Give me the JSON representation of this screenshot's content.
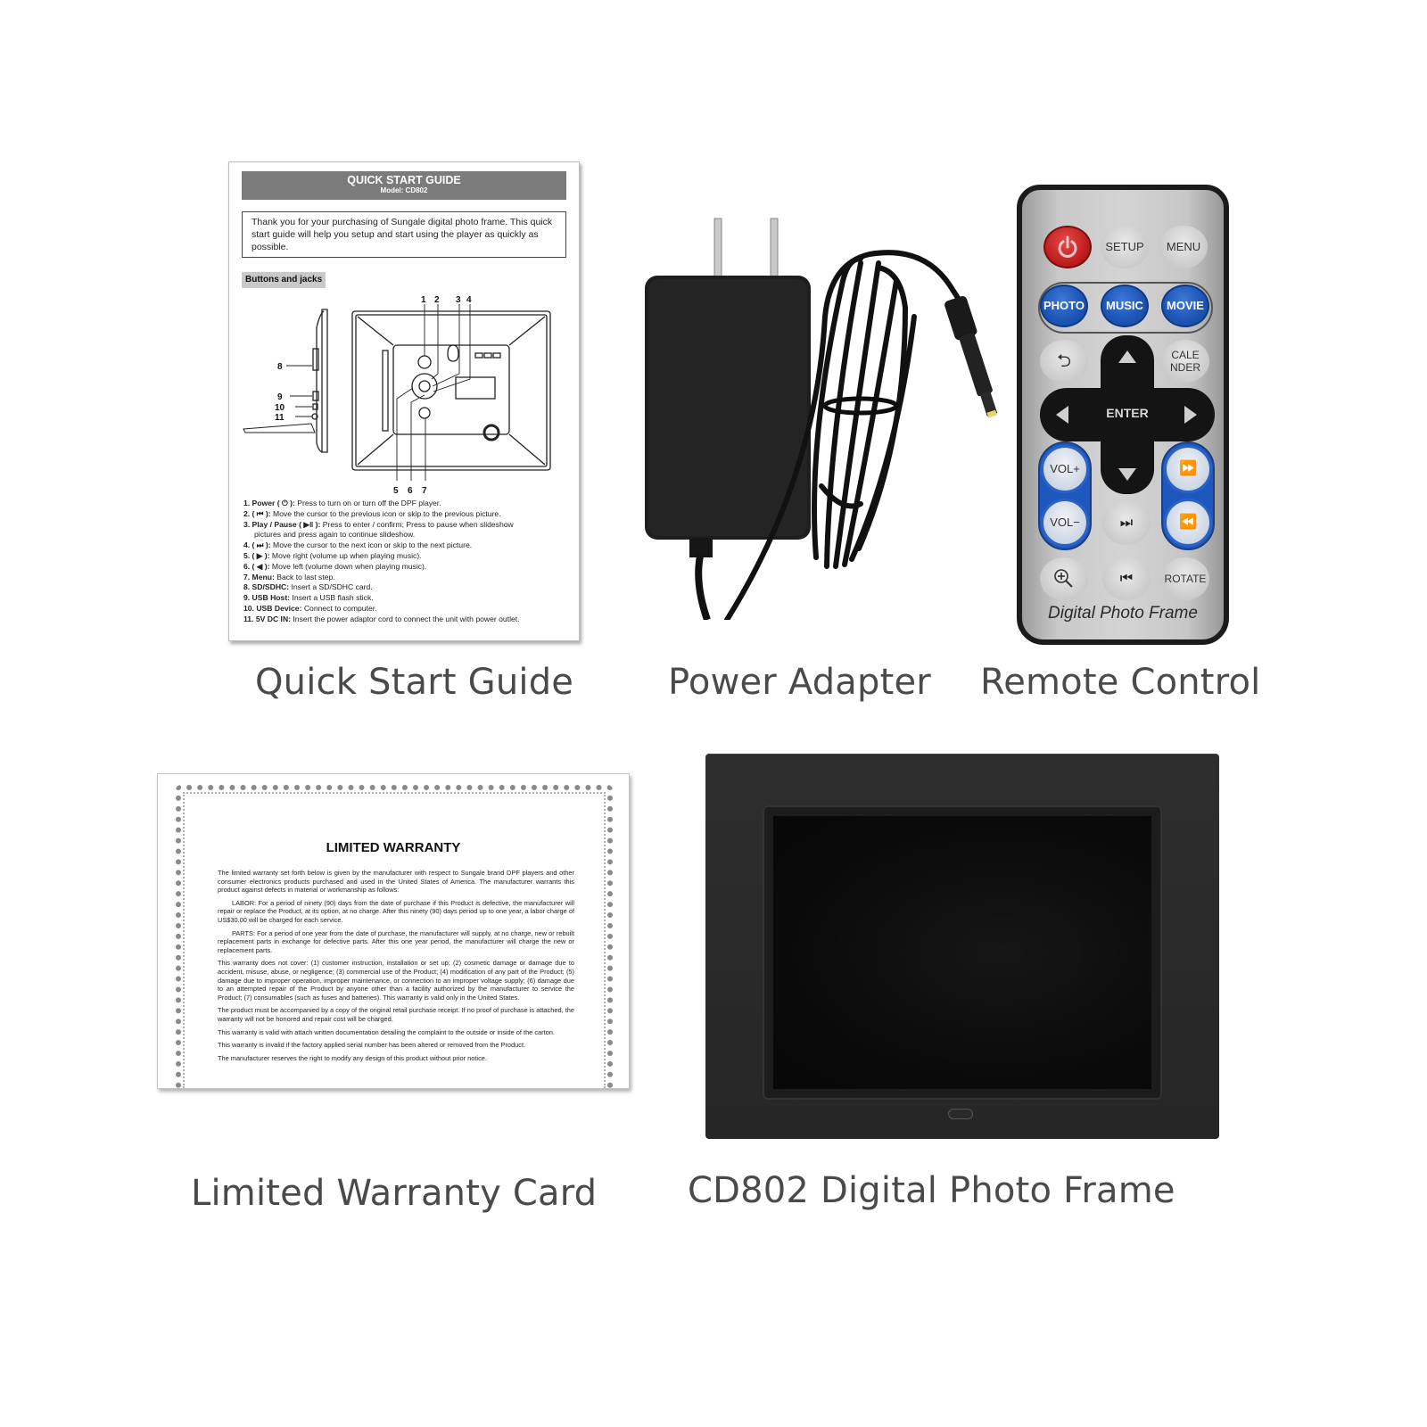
{
  "captions": {
    "quick_start_guide": "Quick Start Guide",
    "power_adapter": "Power Adapter",
    "remote_control": "Remote Control",
    "limited_warranty_card": "Limited Warranty Card",
    "photo_frame": "CD802 Digital Photo Frame"
  },
  "quick_start_guide": {
    "title": "QUICK START GUIDE",
    "model": "Model: CD802",
    "intro": "Thank you for your purchasing of Sungale digital photo frame. This quick start guide will help you setup and start using the player as quickly as possible.",
    "section_title": "Buttons and jacks",
    "diagram_labels": {
      "top": [
        "1",
        "2",
        "3",
        "4"
      ],
      "bottom": [
        "5",
        "6",
        "7"
      ],
      "side": [
        "8",
        "9",
        "10",
        "11"
      ]
    },
    "items": [
      {
        "label": "1. Power ( ⏻ ):",
        "text": " Press to turn on or turn off the DPF player."
      },
      {
        "label": "2. ( ⏮ ):",
        "text": " Move the cursor to the previous icon or skip to the previous picture."
      },
      {
        "label": "3. Play / Pause ( ▶‖ ):",
        "text": " Press to enter / confirm; Press to pause when slideshow"
      },
      {
        "label": "",
        "text": "pictures and press again to continue slideshow."
      },
      {
        "label": "4. ( ⏭ ):",
        "text": " Move the cursor to the next icon or skip to the next picture."
      },
      {
        "label": "5. ( ▶ ):",
        "text": " Move right (volume up when playing music)."
      },
      {
        "label": "6. ( ◀ ):",
        "text": " Move left (volume down when playing music)."
      },
      {
        "label": "7. Menu:",
        "text": " Back to last step."
      },
      {
        "label": "8. SD/SDHC:",
        "text": " Insert a SD/SDHC card."
      },
      {
        "label": "9. USB Host:",
        "text": " Insert a USB flash stick."
      },
      {
        "label": "10. USB Device:",
        "text": " Connect to computer."
      },
      {
        "label": "11. 5V DC IN:",
        "text": " Insert the power adaptor cord to connect the unit with power outlet."
      }
    ]
  },
  "warranty": {
    "title": "LIMITED WARRANTY",
    "paragraphs": [
      "The limited warranty set forth below is given by the manufacturer with respect to Sungale brand DPF players and other consumer electronics products purchased and used in the United States of America. The manufacturer warrants this product against defects in material or workmanship as follows:",
      "LABOR: For a period of ninety (90) days from the date of purchase if this Product is defective, the manufacturer will repair or replace the Product, at its option, at no charge. After this ninety (90) days period up to one year, a labor charge of US$30.00 will be charged for each service.",
      "PARTS: For a period of one year from the date of purchase, the manufacturer will supply, at no charge, new or rebuilt replacement parts in exchange for defective parts. After this one year period, the manufacturer will charge the new or replacement parts.",
      "This warranty does not cover: (1) customer instruction, installation or set up; (2) cosmetic damage or damage due to accident, misuse, abuse, or negligence; (3) commercial use of the Product; (4) modification of any part of the Product; (5) damage due to improper operation, improper maintenance, or connection to an improper voltage supply; (6) damage due to an attempted repair of the Product by anyone other than a facility authorized by the manufacturer to service the Product; (7) consumables (such as fuses and batteries). This warranty is valid only in the United States.",
      "The product must be accompanied by a copy of the original retail purchase receipt. If no proof of purchase is attached, the warranty will not be honored and repair cost will be charged.",
      "This warranty is valid with attach written documentation detailing the complaint to the outside or inside of the carton.",
      "This warranty is invalid if the factory applied serial number has been altered or removed from the Product.",
      "The manufacturer reserves the right to modify any design of this product without prior notice."
    ]
  },
  "remote": {
    "buttons": {
      "power": "power-icon",
      "setup": "SETUP",
      "menu": "MENU",
      "photo": "PHOTO",
      "music": "MUSIC",
      "movie": "MOVIE",
      "back": "⮌",
      "calendar": "CALE\nNDER",
      "enter": "ENTER",
      "vol_up": "VOL+",
      "vol_down": "VOL−",
      "next": "⏭",
      "fast_forward": "⏩",
      "rewind": "⏪",
      "previous": "⏮",
      "zoom": "zoom-in-icon",
      "rotate": "ROTATE"
    },
    "brand": "Digital Photo Frame"
  },
  "colors": {
    "caption": "#4a4a4a",
    "remote_blue": "#1e58bf",
    "remote_red": "#c21f1f",
    "frame_black": "#262626",
    "guide_header": "#7b7b7b"
  }
}
